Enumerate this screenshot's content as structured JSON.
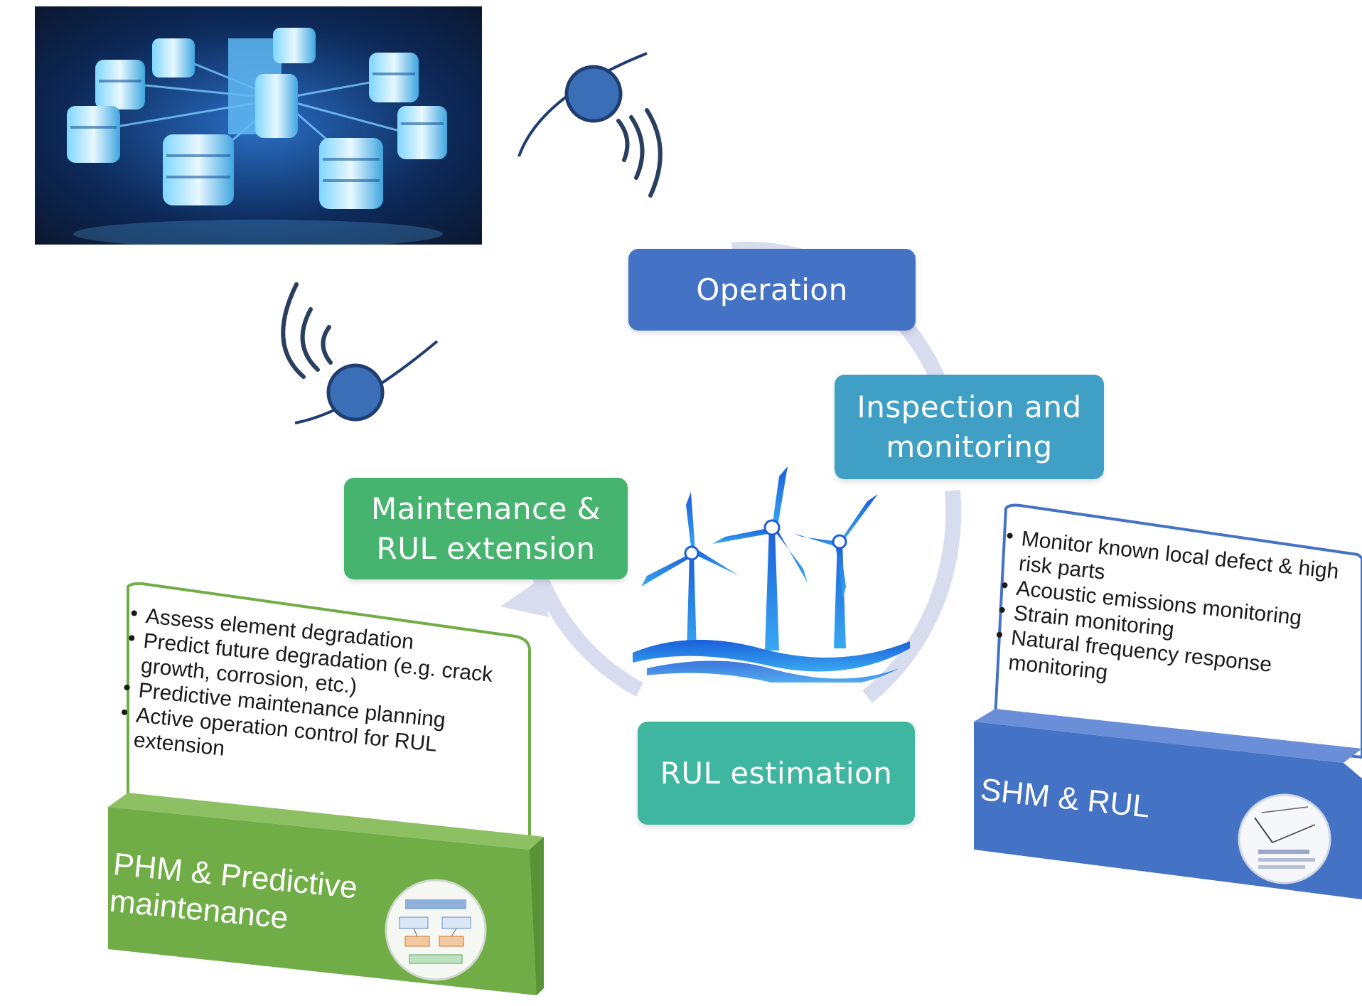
{
  "colors": {
    "operation": "#4472c4",
    "inspection": "#3f9fc4",
    "maintenance": "#46b36f",
    "rul": "#3fb6a0",
    "phm_panel": "#70ad47",
    "shm_panel": "#4472c4",
    "cycle_ring": "#d7dcef",
    "turbine": "#1e7fe6"
  },
  "icons": [
    "database-server-icon",
    "satellite-signal-icon",
    "wind-turbine-icon",
    "cycle-arrow-icon"
  ],
  "stages": {
    "operation": "Operation",
    "inspection": "Inspection and\nmonitoring",
    "maintenance": "Maintenance &\nRUL extension",
    "rul": "RUL estimation"
  },
  "phm": {
    "title": "PHM & Predictive\nmaintenance",
    "bullets": [
      "Assess element degradation",
      "Predict future degradation (e.g. crack growth, corrosion, etc.)",
      "Predictive maintenance planning",
      "Active operation control for RUL extension"
    ]
  },
  "shm": {
    "title": "SHM & RUL",
    "bullets": [
      "Monitor known local defect & high risk parts",
      "Acoustic emissions monitoring",
      "Strain monitoring",
      "Natural frequency response monitoring"
    ]
  }
}
